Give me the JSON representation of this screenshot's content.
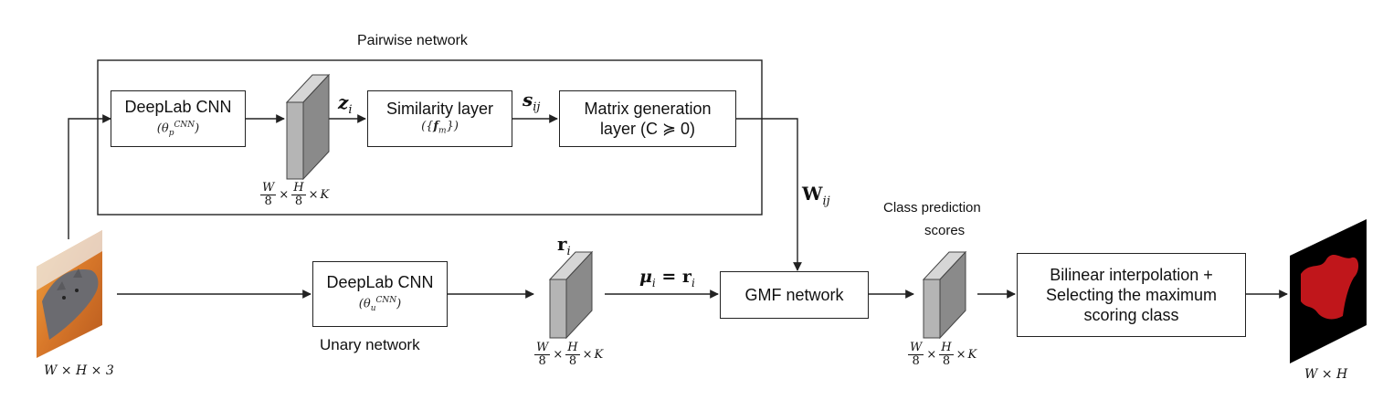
{
  "pairwise": {
    "title": "Pairwise network",
    "deeplab": {
      "label": "DeepLab CNN",
      "param": "(θp^CNN)"
    },
    "feature": {
      "symbol": "z_i",
      "dims": {
        "w": "W",
        "h": "H",
        "denom": "8",
        "k": "K",
        "times": "×"
      }
    },
    "similarity": {
      "label": "Similarity layer",
      "param": "({f_m})",
      "out_symbol": "s_ij"
    },
    "matrix": {
      "label": "Matrix generation",
      "label2": "layer (C ≽ 0)"
    },
    "output_symbol": "W_ij"
  },
  "input": {
    "dims": "W  × H × 3"
  },
  "unary": {
    "title": "Unary network",
    "deeplab": {
      "label": "DeepLab CNN",
      "param": "(θu^CNN)"
    },
    "feature": {
      "symbol": "r_i",
      "dims": {
        "w": "W",
        "h": "H",
        "denom": "8",
        "k": "K",
        "times": "×"
      }
    },
    "mu_eq": "μ_i = r_i"
  },
  "gmf": {
    "label": "GMF network"
  },
  "scores": {
    "title1": "Class prediction",
    "title2": "scores",
    "dims": {
      "w": "W",
      "h": "H",
      "denom": "8",
      "k": "K",
      "times": "×"
    }
  },
  "bilinear": {
    "line1": "Bilinear interpolation +",
    "line2": "Selecting the maximum",
    "line3": "scoring class"
  },
  "output": {
    "dims": "W  × H"
  },
  "colors": {
    "feature_face": "#b5b5b5",
    "feature_side": "#8a8a8a",
    "mask_bg": "#000000",
    "mask_fg": "#c0161b",
    "line": "#222222"
  }
}
